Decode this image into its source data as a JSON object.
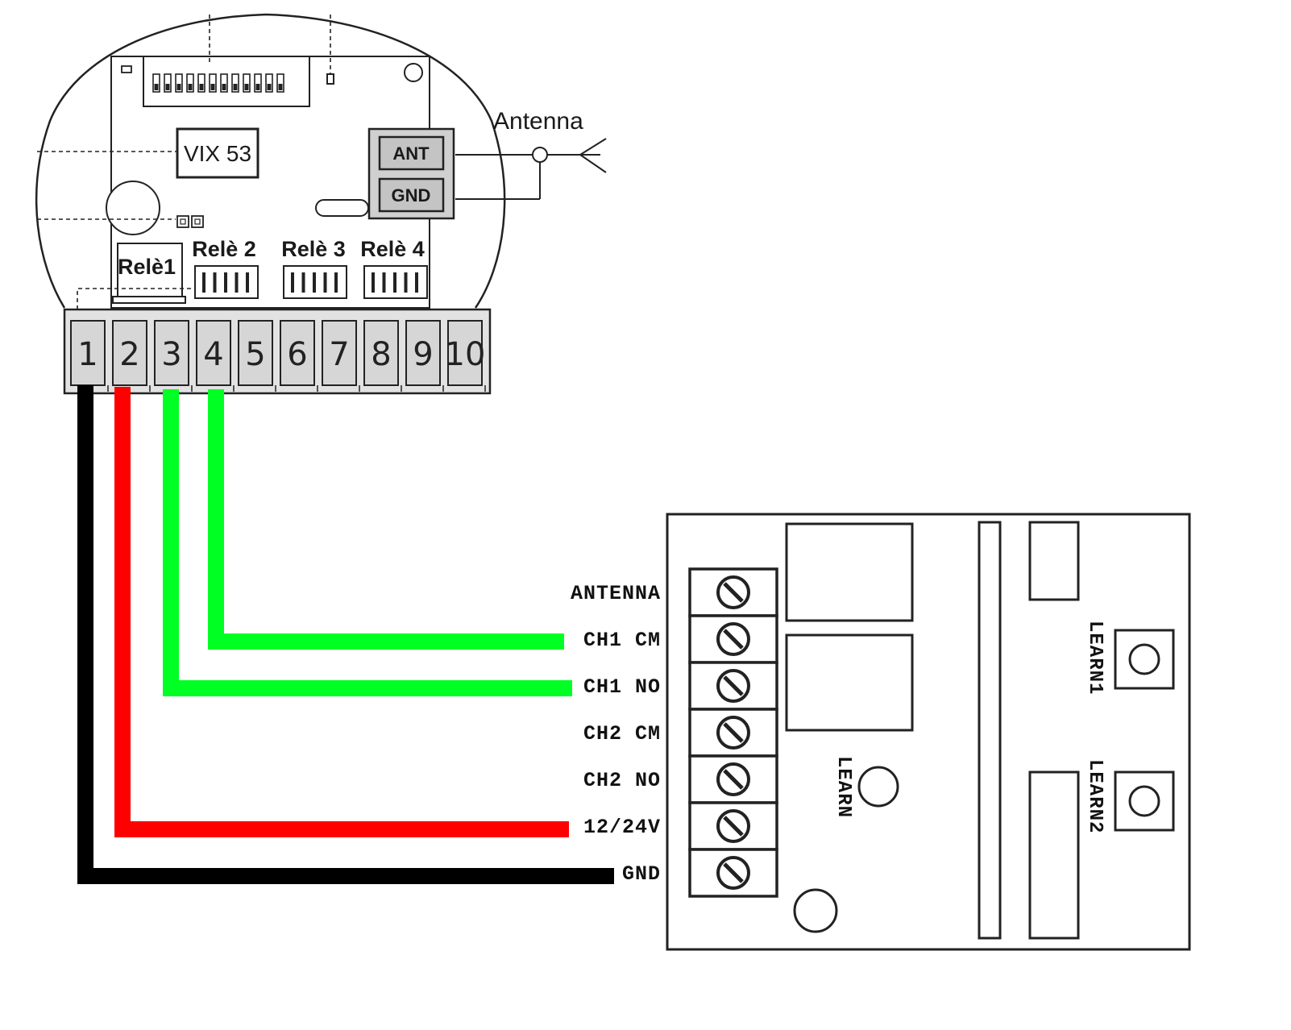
{
  "receiver": {
    "chip_label": "VIX 53",
    "antenna_terminal_label": "ANT",
    "ground_terminal_label": "GND",
    "antenna_label": "Antenna",
    "relay_labels": [
      "Relè1",
      "Relè 2",
      "Relè 3",
      "Relè 4"
    ],
    "terminal_numbers": [
      "1",
      "2",
      "3",
      "4",
      "5",
      "6",
      "7",
      "8",
      "9",
      "10"
    ]
  },
  "relay_board": {
    "terminal_labels": [
      "ANTENNA",
      "CH1 CM",
      "CH1 NO",
      "CH2 CM",
      "CH2 NO",
      "12/24V",
      "GND"
    ],
    "learn_label": "LEARN",
    "learn1_label": "LEARN1",
    "learn2_label": "LEARN2"
  },
  "wire_colors": {
    "ground": "#000000",
    "power": "#ff0000",
    "relay": "#00ff22"
  }
}
